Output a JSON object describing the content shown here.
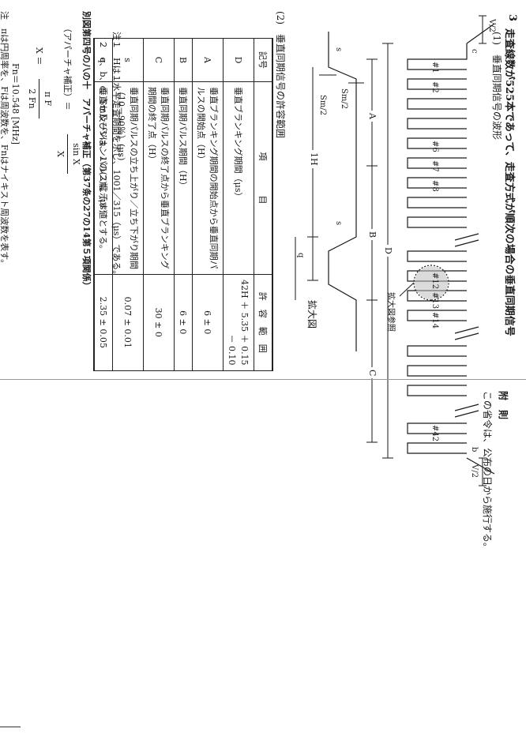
{
  "section": {
    "number": "3",
    "heading": "走査線数が525本であって、走査方式が順次の場合の垂直同期信号",
    "sub1": "(1)　垂直同期信号の波形",
    "sub2": "(2)　垂直同期信号の許容範囲"
  },
  "diagram": {
    "pulse_labels": [
      "#1",
      "#2",
      "#6",
      "#7",
      "#8",
      "#12",
      "#13",
      "#14",
      "#42"
    ],
    "interval_labels": {
      "A": "A",
      "B": "B",
      "C": "C",
      "D": "D"
    },
    "edge_labels": {
      "v2": "V/2",
      "c": "c",
      "b": "b"
    },
    "magnify_ref": "拡大図参照",
    "enlarged_title": "拡大図",
    "enlarged_labels": {
      "h1": "1H",
      "sm2": "Sm/2",
      "s": "s",
      "q": "q"
    }
  },
  "table": {
    "headers": {
      "symbol": "記号",
      "item": "項　　　　目",
      "range": "許　容　範　囲"
    },
    "rows": [
      {
        "symbol": "D",
        "item": [
          "垂直ブランキング期間（μs）"
        ],
        "range": [
          "42H ＋ 5.35 ＋ 0.15",
          "－ 0.10"
        ]
      },
      {
        "symbol": "A",
        "item": [
          "垂直ブランキング期間の開始点から垂直同期パ",
          "ルスの開始点（H）"
        ],
        "range": [
          "6 ± 0"
        ]
      },
      {
        "symbol": "B",
        "item": [
          "垂直同期パルス期間（H）"
        ],
        "range": [
          "6 ± 0"
        ]
      },
      {
        "symbol": "C",
        "item": [
          "垂直同期パルスの終了点から垂直ブランキング",
          "期間の終了点（H）"
        ],
        "range": [
          "30 ± 0"
        ]
      },
      {
        "symbol": "s",
        "item": [
          "垂直同期パルスの立ち上がり／立ち下がり期間",
          "（10－90％）(μs)"
        ],
        "range": [
          "0.07 ± 0.01"
        ]
      },
      {
        "symbol": "q",
        "item": [
          "垂直セレーションパルス幅（μs）"
        ],
        "range": [
          "2.35 ± 0.05"
        ]
      }
    ]
  },
  "notes": [
    "注１　Hは１水平走査期間を示し、1001／315（μs）である。",
    "　２　a、b、c、Sm及びVは、１の(2)に示す値とする。"
  ],
  "figure4": {
    "heading": "別図第四号の八の十　アパーチャ補正（第37条の27の14第５項関係）",
    "sub": "（アパーチャ補正）＝",
    "frac_num": "sin X",
    "frac_den": "X",
    "eq_lhs": "X ＝",
    "eq_num": "π F",
    "eq_den": "2 Fn",
    "fn_eq": "Fn＝10.548 [MHz]",
    "note": "注　πは円周率を、Fは周波数を、Fnはナイキスト周波数を表す。"
  },
  "supplementary": {
    "heading": "附　則",
    "text": "この省令は、公布の日から施行する。"
  }
}
